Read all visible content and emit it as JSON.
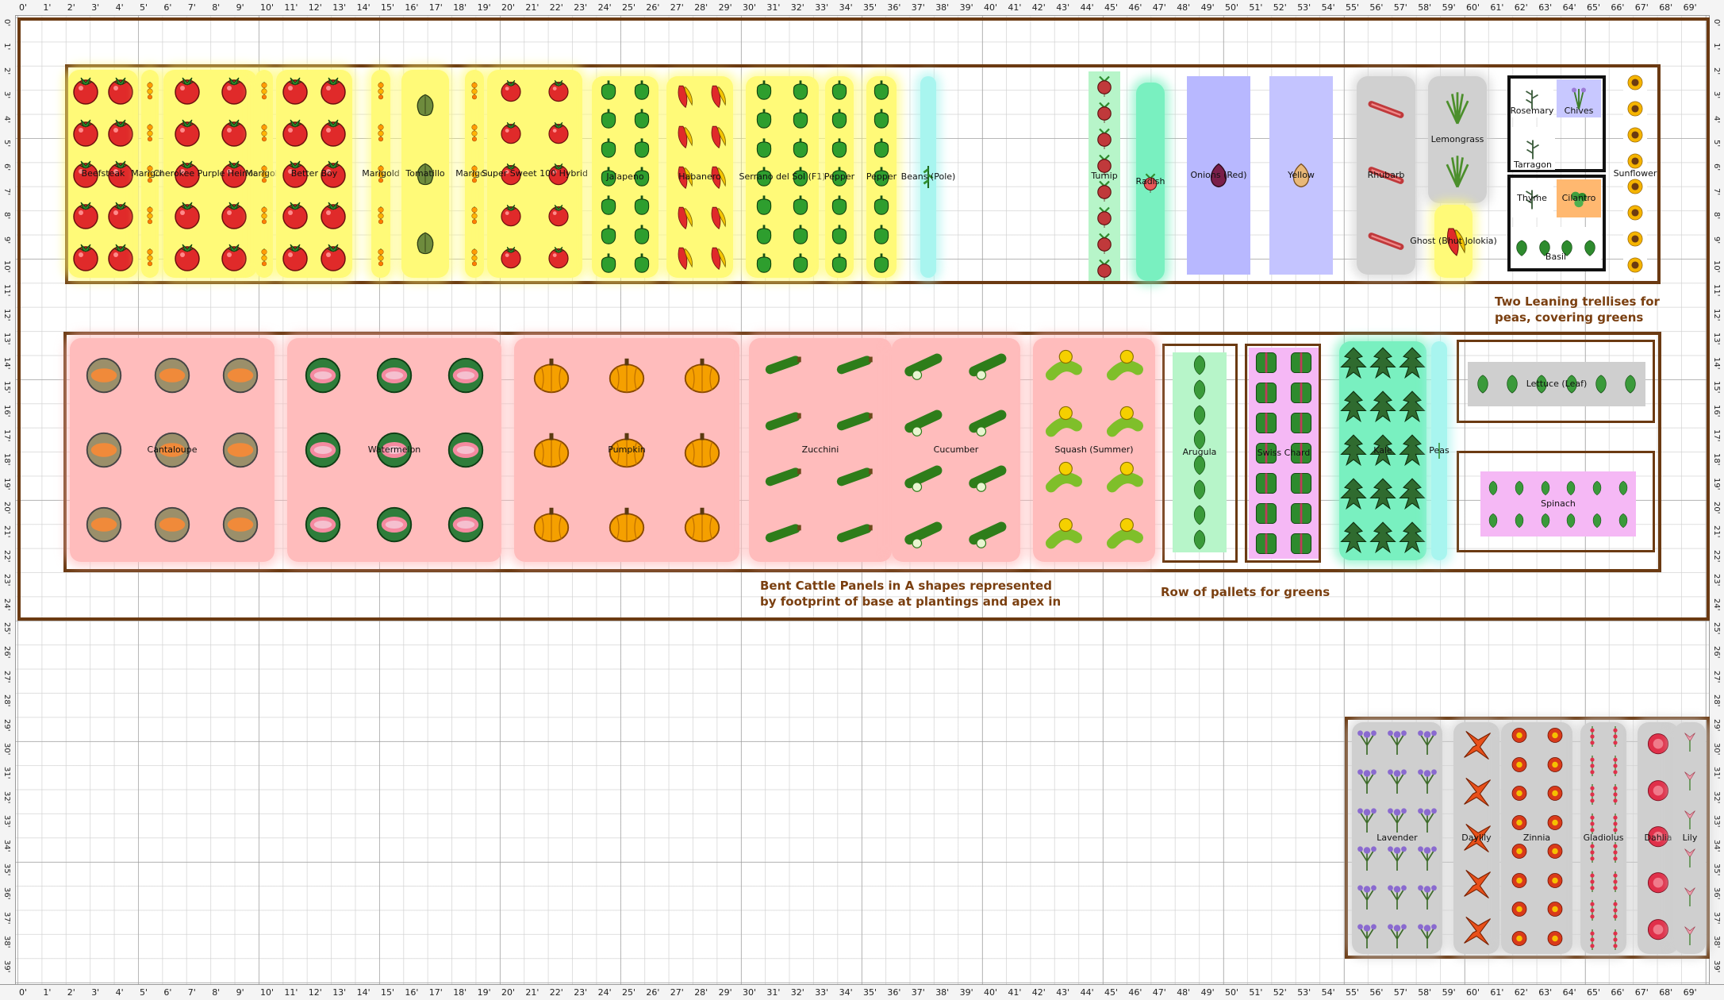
{
  "rulers": {
    "top": [
      "0'",
      "1'",
      "2'",
      "3'",
      "4'",
      "5'",
      "6'",
      "7'",
      "8'",
      "9'",
      "10'",
      "11'",
      "12'",
      "13'",
      "14'",
      "15'",
      "16'",
      "17'",
      "18'",
      "19'",
      "20'",
      "21'",
      "22'",
      "23'",
      "24'",
      "25'",
      "26'",
      "27'",
      "28'",
      "29'",
      "30'",
      "31'",
      "32'",
      "33'",
      "34'",
      "35'",
      "36'",
      "37'",
      "38'",
      "39'",
      "40'",
      "41'",
      "42'",
      "43'",
      "44'",
      "45'",
      "46'",
      "47'",
      "48'",
      "49'",
      "50'",
      "51'",
      "52'",
      "53'",
      "54'",
      "55'",
      "56'",
      "57'",
      "58'",
      "59'",
      "60'",
      "61'",
      "62'",
      "63'",
      "64'",
      "65'",
      "66'",
      "67'",
      "68'",
      "69'"
    ],
    "side": [
      "0'",
      "1'",
      "2'",
      "3'",
      "4'",
      "5'",
      "6'",
      "7'",
      "8'",
      "9'",
      "10'",
      "11'",
      "12'",
      "13'",
      "14'",
      "15'",
      "16'",
      "17'",
      "18'",
      "19'",
      "20'",
      "21'",
      "22'",
      "23'",
      "24'",
      "25'",
      "26'",
      "27'",
      "28'",
      "29'",
      "30'",
      "31'",
      "32'",
      "33'",
      "34'",
      "35'",
      "36'",
      "37'",
      "38'",
      "39'"
    ]
  },
  "beds_top": [
    {
      "label": "Beefsteak",
      "icon": "tomato-icon",
      "color": "#fffa78"
    },
    {
      "label": "Marigold",
      "icon": "marigold-icon",
      "color": "#fffa78"
    },
    {
      "label": "Cherokee Purple Heirloom",
      "icon": "tomato-icon",
      "color": "#fffa78"
    },
    {
      "label": "Marigold",
      "icon": "marigold-icon",
      "color": "#fffa78"
    },
    {
      "label": "Better Boy",
      "icon": "tomato-icon",
      "color": "#fffa78"
    },
    {
      "label": "Marigold",
      "icon": "marigold-icon",
      "color": "#fffa78"
    },
    {
      "label": "Tomatillo",
      "icon": "tomatillo-icon",
      "color": "#fffa78"
    },
    {
      "label": "Marigold",
      "icon": "marigold-icon",
      "color": "#fffa78"
    },
    {
      "label": "Super Sweet 100 Hybrid",
      "icon": "cherry-tomato-icon",
      "color": "#fffa78"
    },
    {
      "label": "Jalapeno",
      "icon": "pepper-icon",
      "color": "#fffa78"
    },
    {
      "label": "Habanero",
      "icon": "chili-icon",
      "color": "#fffa78"
    },
    {
      "label": "Serrano del Sol (F1)",
      "icon": "pepper-icon",
      "color": "#fffa78"
    },
    {
      "label": "Pepper",
      "icon": "pepper-icon",
      "color": "#fffa78"
    },
    {
      "label": "Pepper",
      "icon": "pepper-icon",
      "color": "#fffa78"
    },
    {
      "label": "Beans (Pole)",
      "icon": "bean-icon",
      "color": "#a8f5ef"
    },
    {
      "label": "Turnip",
      "icon": "turnip-icon",
      "color": "#b7f5c9"
    },
    {
      "label": "Radish",
      "icon": "radish-icon",
      "color": "#79f0c0"
    },
    {
      "label": "Onions (Red)",
      "icon": "red-onion-icon",
      "color": "#b8b8ff"
    },
    {
      "label": "Yellow",
      "icon": "yellow-onion-icon",
      "color": "#c4c4ff"
    },
    {
      "label": "Rhubarb",
      "icon": "rhubarb-icon",
      "color": "#d0d0d0"
    },
    {
      "label": "Lemongrass",
      "icon": "lemongrass-icon",
      "color": "#d0d0d0"
    },
    {
      "label": "Ghost (Bhut Jolokia)",
      "icon": "chili-icon",
      "color": "#fffa78"
    },
    {
      "label": "Rosemary",
      "icon": "herb-icon",
      "color": "#ffffff"
    },
    {
      "label": "Chives",
      "icon": "chives-icon",
      "color": "#c8c8ff"
    },
    {
      "label": "Tarragon",
      "icon": "herb-icon",
      "color": "#ffffff"
    },
    {
      "label": "Thyme",
      "icon": "herb-icon",
      "color": "#ffffff"
    },
    {
      "label": "Cilantro",
      "icon": "cilantro-icon",
      "color": "#ffb870"
    },
    {
      "label": "Basil",
      "icon": "basil-icon",
      "color": "#ffffff"
    },
    {
      "label": "Sunflower",
      "icon": "sunflower-icon",
      "color": "#ffffff"
    }
  ],
  "beds_middle": [
    {
      "label": "Cantaloupe",
      "icon": "cantaloupe-icon",
      "color": "#ffbcbc"
    },
    {
      "label": "Watermelon",
      "icon": "watermelon-icon",
      "color": "#ffbcbc"
    },
    {
      "label": "Pumpkin",
      "icon": "pumpkin-icon",
      "color": "#ffbcbc"
    },
    {
      "label": "Zucchini",
      "icon": "zucchini-icon",
      "color": "#ffbcbc"
    },
    {
      "label": "Cucumber",
      "icon": "cucumber-icon",
      "color": "#ffbcbc"
    },
    {
      "label": "Squash (Summer)",
      "icon": "squash-icon",
      "color": "#ffbcbc"
    },
    {
      "label": "Arugula",
      "icon": "arugula-icon",
      "color": "#b7f5c9"
    },
    {
      "label": "Swiss Chard",
      "icon": "chard-icon",
      "color": "#f5b8f5"
    },
    {
      "label": "Kale",
      "icon": "kale-icon",
      "color": "#79f0c0"
    },
    {
      "label": "Peas",
      "icon": "pea-icon",
      "color": "#a8f5ef"
    },
    {
      "label": "Lettuce (Leaf)",
      "icon": "lettuce-icon",
      "color": "#cfcfcf"
    },
    {
      "label": "Spinach",
      "icon": "spinach-icon",
      "color": "#f5b8f5"
    }
  ],
  "beds_flowers": [
    {
      "label": "Lavender",
      "icon": "lavender-icon",
      "color": "#cfcfcf"
    },
    {
      "label": "Daylily",
      "icon": "daylily-icon",
      "color": "#cfcfcf"
    },
    {
      "label": "Zinnia",
      "icon": "zinnia-icon",
      "color": "#cfcfcf"
    },
    {
      "label": "Gladiolus",
      "icon": "gladiolus-icon",
      "color": "#cfcfcf"
    },
    {
      "label": "Dahlia",
      "icon": "dahlia-icon",
      "color": "#cfcfcf"
    },
    {
      "label": "Lily",
      "icon": "lily-icon",
      "color": "#cfcfcf"
    }
  ],
  "notes": {
    "trellis": "Two Leaning trellises for peas, covering greens",
    "cattle": "Bent Cattle Panels in A shapes represented by footprint of base at plantings and apex in",
    "pallets": "Row of pallets for greens"
  },
  "colors": {
    "frame": "#6b3a12",
    "note": "#7a3f10"
  }
}
